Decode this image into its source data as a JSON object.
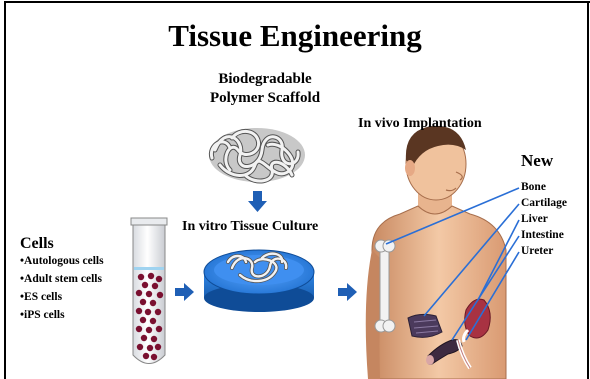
{
  "title": "Tissue Engineering",
  "scaffold": {
    "line1": "Biodegradable",
    "line2": "Polymer Scaffold"
  },
  "in_vitro_label": "In vitro Tissue Culture",
  "in_vivo_label": "In vivo Implantation",
  "new_heading": "New",
  "new_organs": [
    "Bone",
    "Cartilage",
    "Liver",
    "Intestine",
    "Ureter"
  ],
  "cells_heading": "Cells",
  "cell_types": [
    "•Autologous cells",
    "•Adult stem cells",
    "•ES cells",
    "•iPS cells"
  ],
  "colors": {
    "arrow": "#1f5fb5",
    "dish": "#1e6fcf",
    "dish_dark": "#0f4c97",
    "cell_dot": "#7a1030",
    "liver": "#a83242",
    "scaffold_fiber": "#ffffff"
  },
  "icons": [
    "polymer-scaffold",
    "test-tube",
    "culture-dish",
    "human-torso",
    "bone",
    "cartilage",
    "liver",
    "intestine",
    "ureter"
  ]
}
